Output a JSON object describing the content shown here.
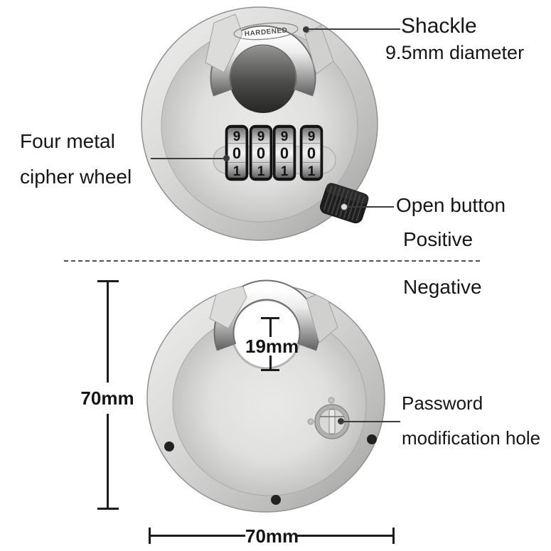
{
  "labels": {
    "shackle": "Shackle",
    "shackle_diameter": "9.5mm diameter",
    "cipher_wheel_line1": "Four metal",
    "cipher_wheel_line2": "cipher wheel",
    "open_button": "Open button",
    "positive": "Positive",
    "negative": "Negative",
    "password_hole_line1": "Password",
    "password_hole_line2": "modification hole"
  },
  "dimensions": {
    "shackle_inner_height": "19mm",
    "body_height": "70mm",
    "body_width": "70mm"
  },
  "front_lock": {
    "stamp": "HARDENED",
    "wheels": [
      {
        "digits": [
          "9",
          "0",
          "1"
        ]
      },
      {
        "digits": [
          "9",
          "0",
          "1"
        ]
      },
      {
        "digits": [
          "9",
          "0",
          "1"
        ]
      },
      {
        "digits": [
          "9",
          "0",
          "1"
        ]
      }
    ]
  },
  "colors": {
    "steel_light": "#e9e9e7",
    "steel_dark": "#9c9c9a",
    "chrome_highlight": "#ffffff",
    "button_black": "#1d1d1d",
    "annotation_text": "#161616"
  }
}
